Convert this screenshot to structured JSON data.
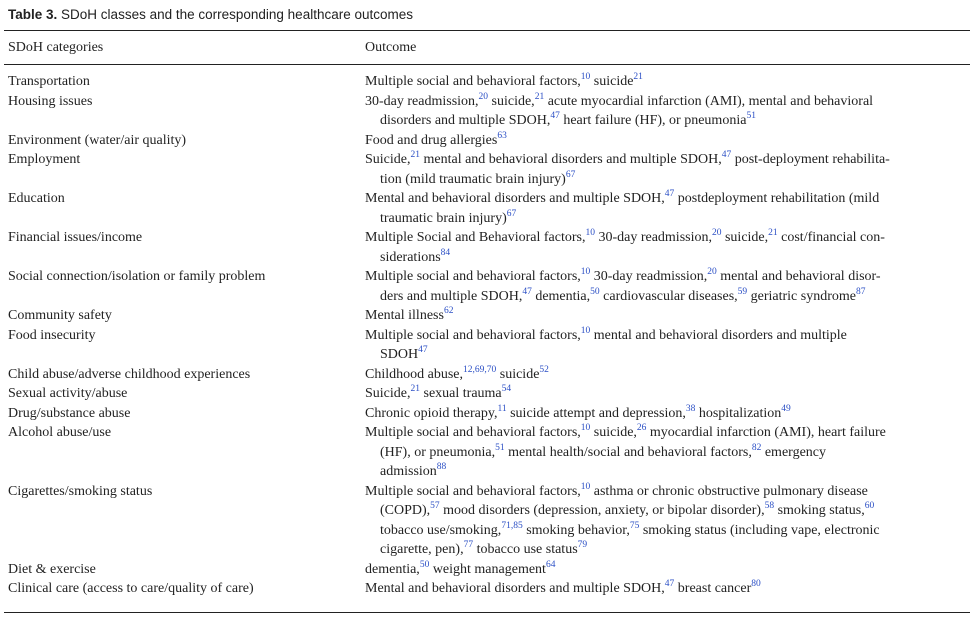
{
  "caption": {
    "label": "Table 3.",
    "title": "SDoH classes and the corresponding healthcare outcomes"
  },
  "headers": {
    "category": "SDoH categories",
    "outcome": "Outcome"
  },
  "rows": [
    {
      "category": "Transportation",
      "outcome": [
        [
          "Multiple social and behavioral factors,",
          "10"
        ],
        [
          " suicide",
          "21"
        ]
      ]
    },
    {
      "category": "Housing issues",
      "outcome": [
        [
          "30-day readmission,",
          "20"
        ],
        [
          " suicide,",
          "21"
        ],
        [
          " acute myocardial infarction (AMI), mental and behavioral",
          ""
        ],
        [
          "\n",
          ""
        ],
        [
          "disorders and multiple SDOH,",
          "47"
        ],
        [
          " heart failure (HF), or pneumonia",
          "51"
        ]
      ]
    },
    {
      "category": "Environment (water/air quality)",
      "outcome": [
        [
          "Food and drug allergies",
          "63"
        ]
      ]
    },
    {
      "category": "Employment",
      "outcome": [
        [
          "Suicide,",
          "21"
        ],
        [
          " mental and behavioral disorders and multiple SDOH,",
          "47"
        ],
        [
          " post-deployment rehabilita-",
          ""
        ],
        [
          "\n",
          ""
        ],
        [
          "tion (mild traumatic brain injury)",
          "67"
        ]
      ]
    },
    {
      "category": "Education",
      "outcome": [
        [
          "Mental and behavioral disorders and multiple SDOH,",
          "47"
        ],
        [
          " postdeployment rehabilitation (mild",
          ""
        ],
        [
          "\n",
          ""
        ],
        [
          "traumatic brain injury)",
          "67"
        ]
      ]
    },
    {
      "category": "Financial issues/income",
      "outcome": [
        [
          "Multiple Social and Behavioral factors,",
          "10"
        ],
        [
          " 30-day readmission,",
          "20"
        ],
        [
          " suicide,",
          "21"
        ],
        [
          " cost/financial con-",
          ""
        ],
        [
          "\n",
          ""
        ],
        [
          "siderations",
          "84"
        ]
      ]
    },
    {
      "category": "Social connection/isolation or family problem",
      "outcome": [
        [
          "Multiple social and behavioral factors,",
          "10"
        ],
        [
          " 30-day readmission,",
          "20"
        ],
        [
          " mental and behavioral disor-",
          ""
        ],
        [
          "\n",
          ""
        ],
        [
          "ders and multiple SDOH,",
          "47"
        ],
        [
          " dementia,",
          "50"
        ],
        [
          " cardiovascular diseases,",
          "59"
        ],
        [
          " geriatric syndrome",
          "87"
        ]
      ]
    },
    {
      "category": "Community safety",
      "outcome": [
        [
          "Mental illness",
          "62"
        ]
      ]
    },
    {
      "category": "Food insecurity",
      "outcome": [
        [
          "Multiple social and behavioral factors,",
          "10"
        ],
        [
          " mental and behavioral disorders and multiple",
          ""
        ],
        [
          "\n",
          ""
        ],
        [
          "SDOH",
          "47"
        ]
      ]
    },
    {
      "category": "Child abuse/adverse childhood experiences",
      "outcome": [
        [
          "Childhood abuse,",
          "12,69,70"
        ],
        [
          " suicide",
          "52"
        ]
      ]
    },
    {
      "category": "Sexual activity/abuse",
      "outcome": [
        [
          "Suicide,",
          "21"
        ],
        [
          " sexual trauma",
          "54"
        ]
      ]
    },
    {
      "category": "Drug/substance abuse",
      "outcome": [
        [
          "Chronic opioid therapy,",
          "11"
        ],
        [
          " suicide attempt and depression,",
          "38"
        ],
        [
          " hospitalization",
          "49"
        ]
      ]
    },
    {
      "category": "Alcohol abuse/use",
      "outcome": [
        [
          "Multiple social and behavioral factors,",
          "10"
        ],
        [
          " suicide,",
          "26"
        ],
        [
          " myocardial infarction (AMI), heart failure",
          ""
        ],
        [
          "\n",
          ""
        ],
        [
          "(HF), or pneumonia,",
          "51"
        ],
        [
          " mental health/social and behavioral factors,",
          "82"
        ],
        [
          " emergency",
          ""
        ],
        [
          "\n",
          ""
        ],
        [
          "admission",
          "88"
        ]
      ]
    },
    {
      "category": "Cigarettes/smoking status",
      "outcome": [
        [
          "Multiple social and behavioral factors,",
          "10"
        ],
        [
          " asthma or chronic obstructive pulmonary disease",
          ""
        ],
        [
          "\n",
          ""
        ],
        [
          "(COPD),",
          "57"
        ],
        [
          " mood disorders (depression, anxiety, or bipolar disorder),",
          "58"
        ],
        [
          " smoking status,",
          "60"
        ],
        [
          "\n",
          ""
        ],
        [
          "tobacco use/smoking,",
          "71,85"
        ],
        [
          " smoking behavior,",
          "75"
        ],
        [
          " smoking status (including vape, electronic",
          ""
        ],
        [
          "\n",
          ""
        ],
        [
          "cigarette, pen),",
          "77"
        ],
        [
          " tobacco use status",
          "79"
        ]
      ]
    },
    {
      "category": "Diet & exercise",
      "outcome": [
        [
          "dementia,",
          "50"
        ],
        [
          " weight management",
          "64"
        ]
      ]
    },
    {
      "category": "Clinical care (access to care/quality of care)",
      "outcome": [
        [
          "Mental and behavioral disorders and multiple SDOH,",
          "47"
        ],
        [
          " breast cancer",
          "80"
        ]
      ]
    }
  ]
}
